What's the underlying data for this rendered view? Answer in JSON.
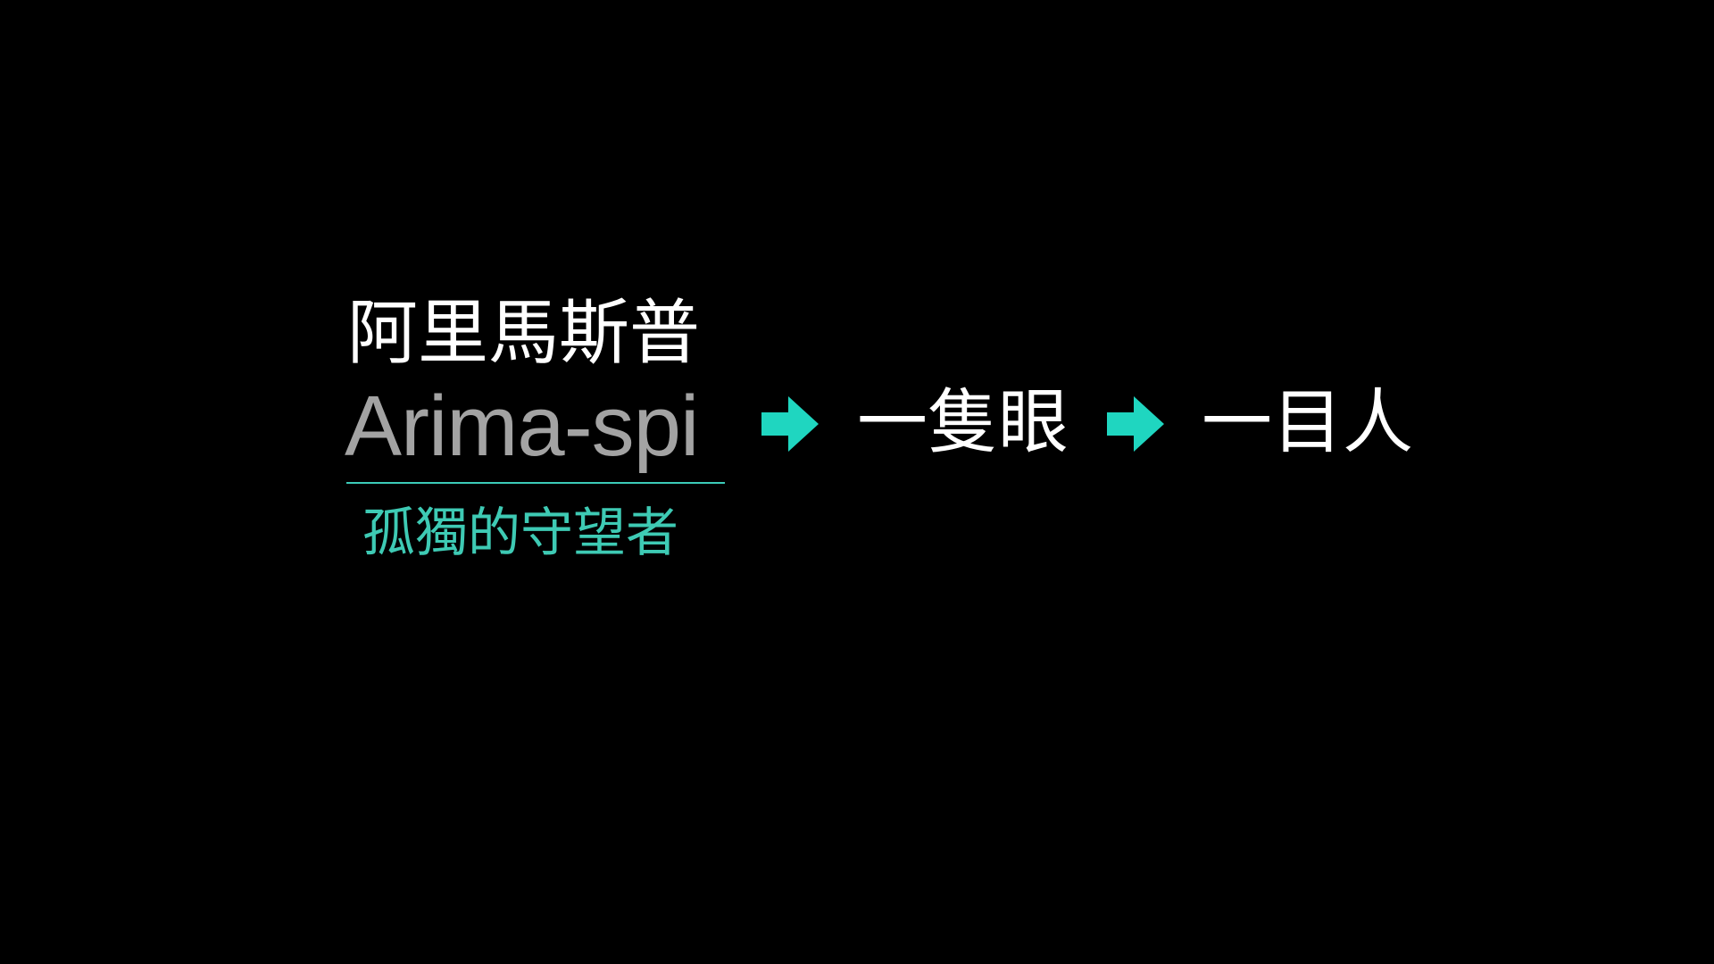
{
  "slide": {
    "title": "阿里馬斯普",
    "latin_name": "Arima-spi",
    "subtitle": "孤獨的守望者",
    "step1": "一隻眼",
    "step2": "一目人",
    "arrow_icon": "right-arrow-icon",
    "colors": {
      "accent": "#1fd6c0",
      "subtitle": "#3ecab4",
      "latin": "#a3a3a3",
      "background": "#000000"
    }
  }
}
